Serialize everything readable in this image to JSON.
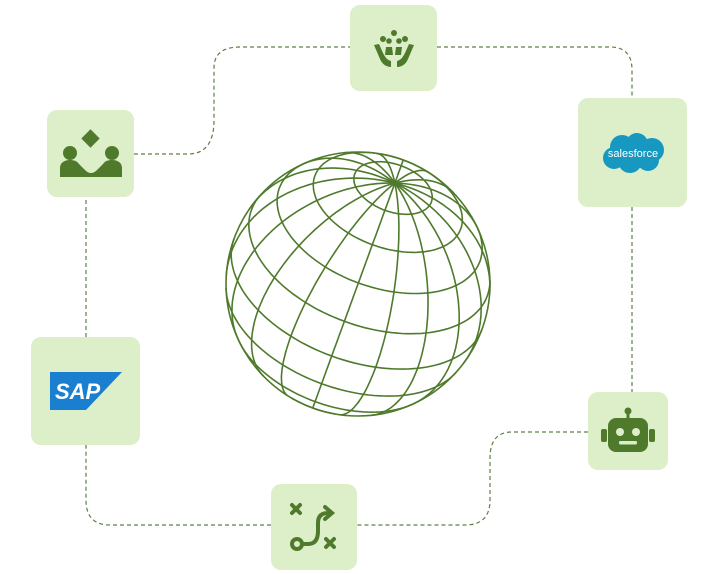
{
  "colors": {
    "tile_background": "#dcefc9",
    "icon_green": "#4f7a2c",
    "connector": "#5e7f45",
    "salesforce_blue": "#1798c1",
    "sap_blue": "#1b7fcf"
  },
  "nodes": [
    {
      "icon": "community-icon"
    },
    {
      "icon": "collaboration-icon"
    },
    {
      "icon": "salesforce-logo",
      "label": "salesforce"
    },
    {
      "icon": "sap-logo",
      "label": "SAP"
    },
    {
      "icon": "robot-icon"
    },
    {
      "icon": "route-icon"
    }
  ],
  "center": {
    "icon": "globe-icon"
  }
}
